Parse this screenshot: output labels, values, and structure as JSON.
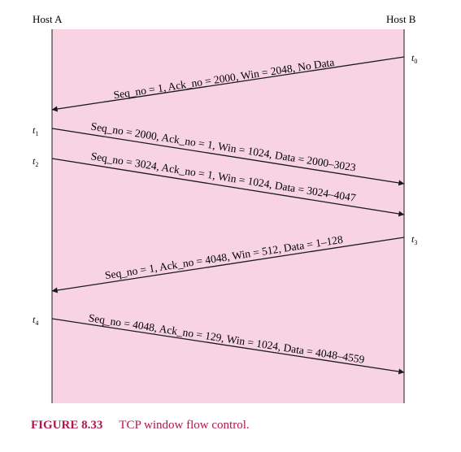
{
  "colors": {
    "panel_fill": "#f8d4e3",
    "line": "#1a1a1a",
    "caption": "#b0164e"
  },
  "hosts": {
    "a_label": "Host A",
    "b_label": "Host B"
  },
  "time_marks": [
    {
      "id": "t0",
      "base": "t",
      "sub": "0",
      "host": "B"
    },
    {
      "id": "t1",
      "base": "t",
      "sub": "1",
      "host": "A"
    },
    {
      "id": "t2",
      "base": "t",
      "sub": "2",
      "host": "A"
    },
    {
      "id": "t3",
      "base": "t",
      "sub": "3",
      "host": "B"
    },
    {
      "id": "t4",
      "base": "t",
      "sub": "4",
      "host": "A"
    }
  ],
  "messages": [
    {
      "from": "B",
      "to": "A",
      "label": "Seq_no = 1, Ack_no = 2000, Win = 2048, No Data"
    },
    {
      "from": "A",
      "to": "B",
      "label": "Seq_no = 2000, Ack_no = 1, Win = 1024, Data = 2000–3023"
    },
    {
      "from": "A",
      "to": "B",
      "label": "Seq_no = 3024, Ack_no = 1, Win = 1024, Data = 3024–4047"
    },
    {
      "from": "B",
      "to": "A",
      "label": "Seq_no = 1, Ack_no = 4048, Win = 512, Data = 1–128"
    },
    {
      "from": "A",
      "to": "B",
      "label": "Seq_no = 4048, Ack_no = 129, Win = 1024, Data = 4048–4559"
    }
  ],
  "caption": {
    "figure": "FIGURE 8.33",
    "text": "TCP window flow control."
  }
}
